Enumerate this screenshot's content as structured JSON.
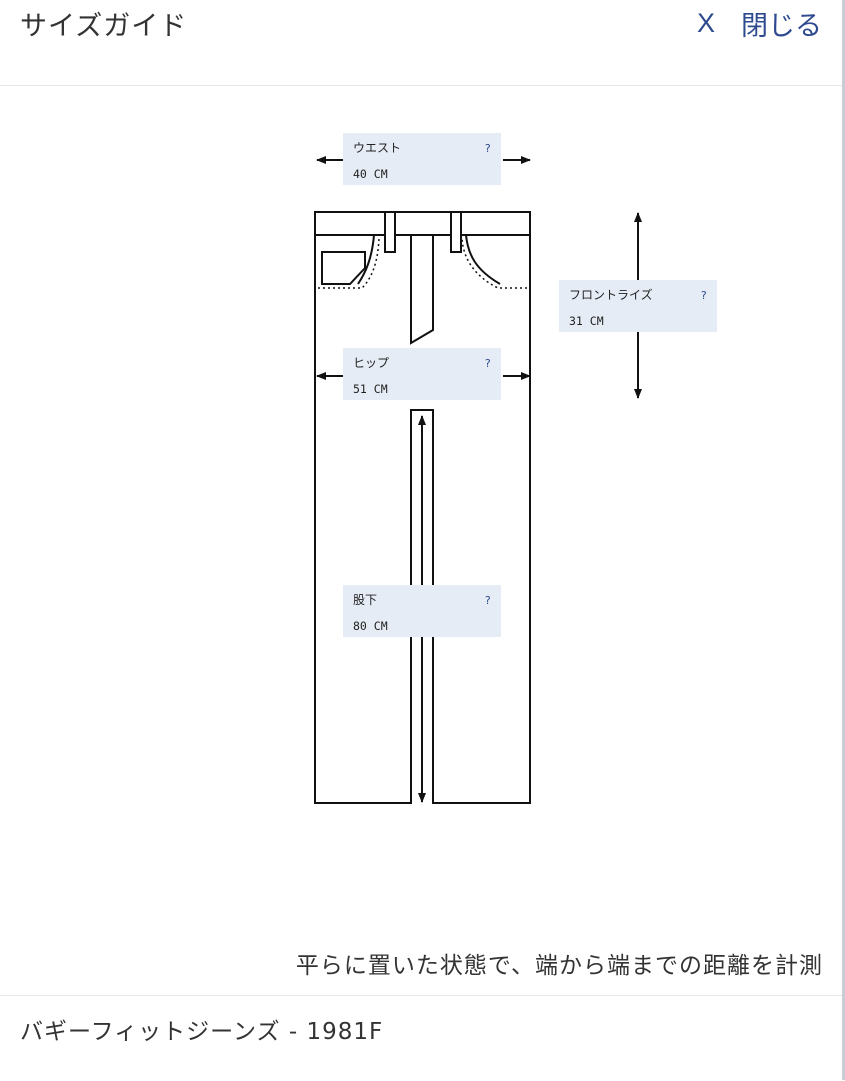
{
  "header": {
    "title": "サイズガイド",
    "close_x": "X",
    "close_label": "閉じる"
  },
  "measurements": {
    "waist": {
      "name": "ウエスト",
      "value": "40 CM",
      "help": "?"
    },
    "front_rise": {
      "name": "フロントライズ",
      "value": "31 CM",
      "help": "?"
    },
    "hip": {
      "name": "ヒップ",
      "value": "51 CM",
      "help": "?"
    },
    "inseam": {
      "name": "股下",
      "value": "80 CM",
      "help": "?"
    }
  },
  "instruction": "平らに置いた状態で、端から端までの距離を計測",
  "footer": {
    "product_name": "バギーフィットジーンズ - 1981F"
  },
  "colors": {
    "accent": "#2e4a8f",
    "label_bg": "#e6ecf5",
    "line": "#111111"
  }
}
